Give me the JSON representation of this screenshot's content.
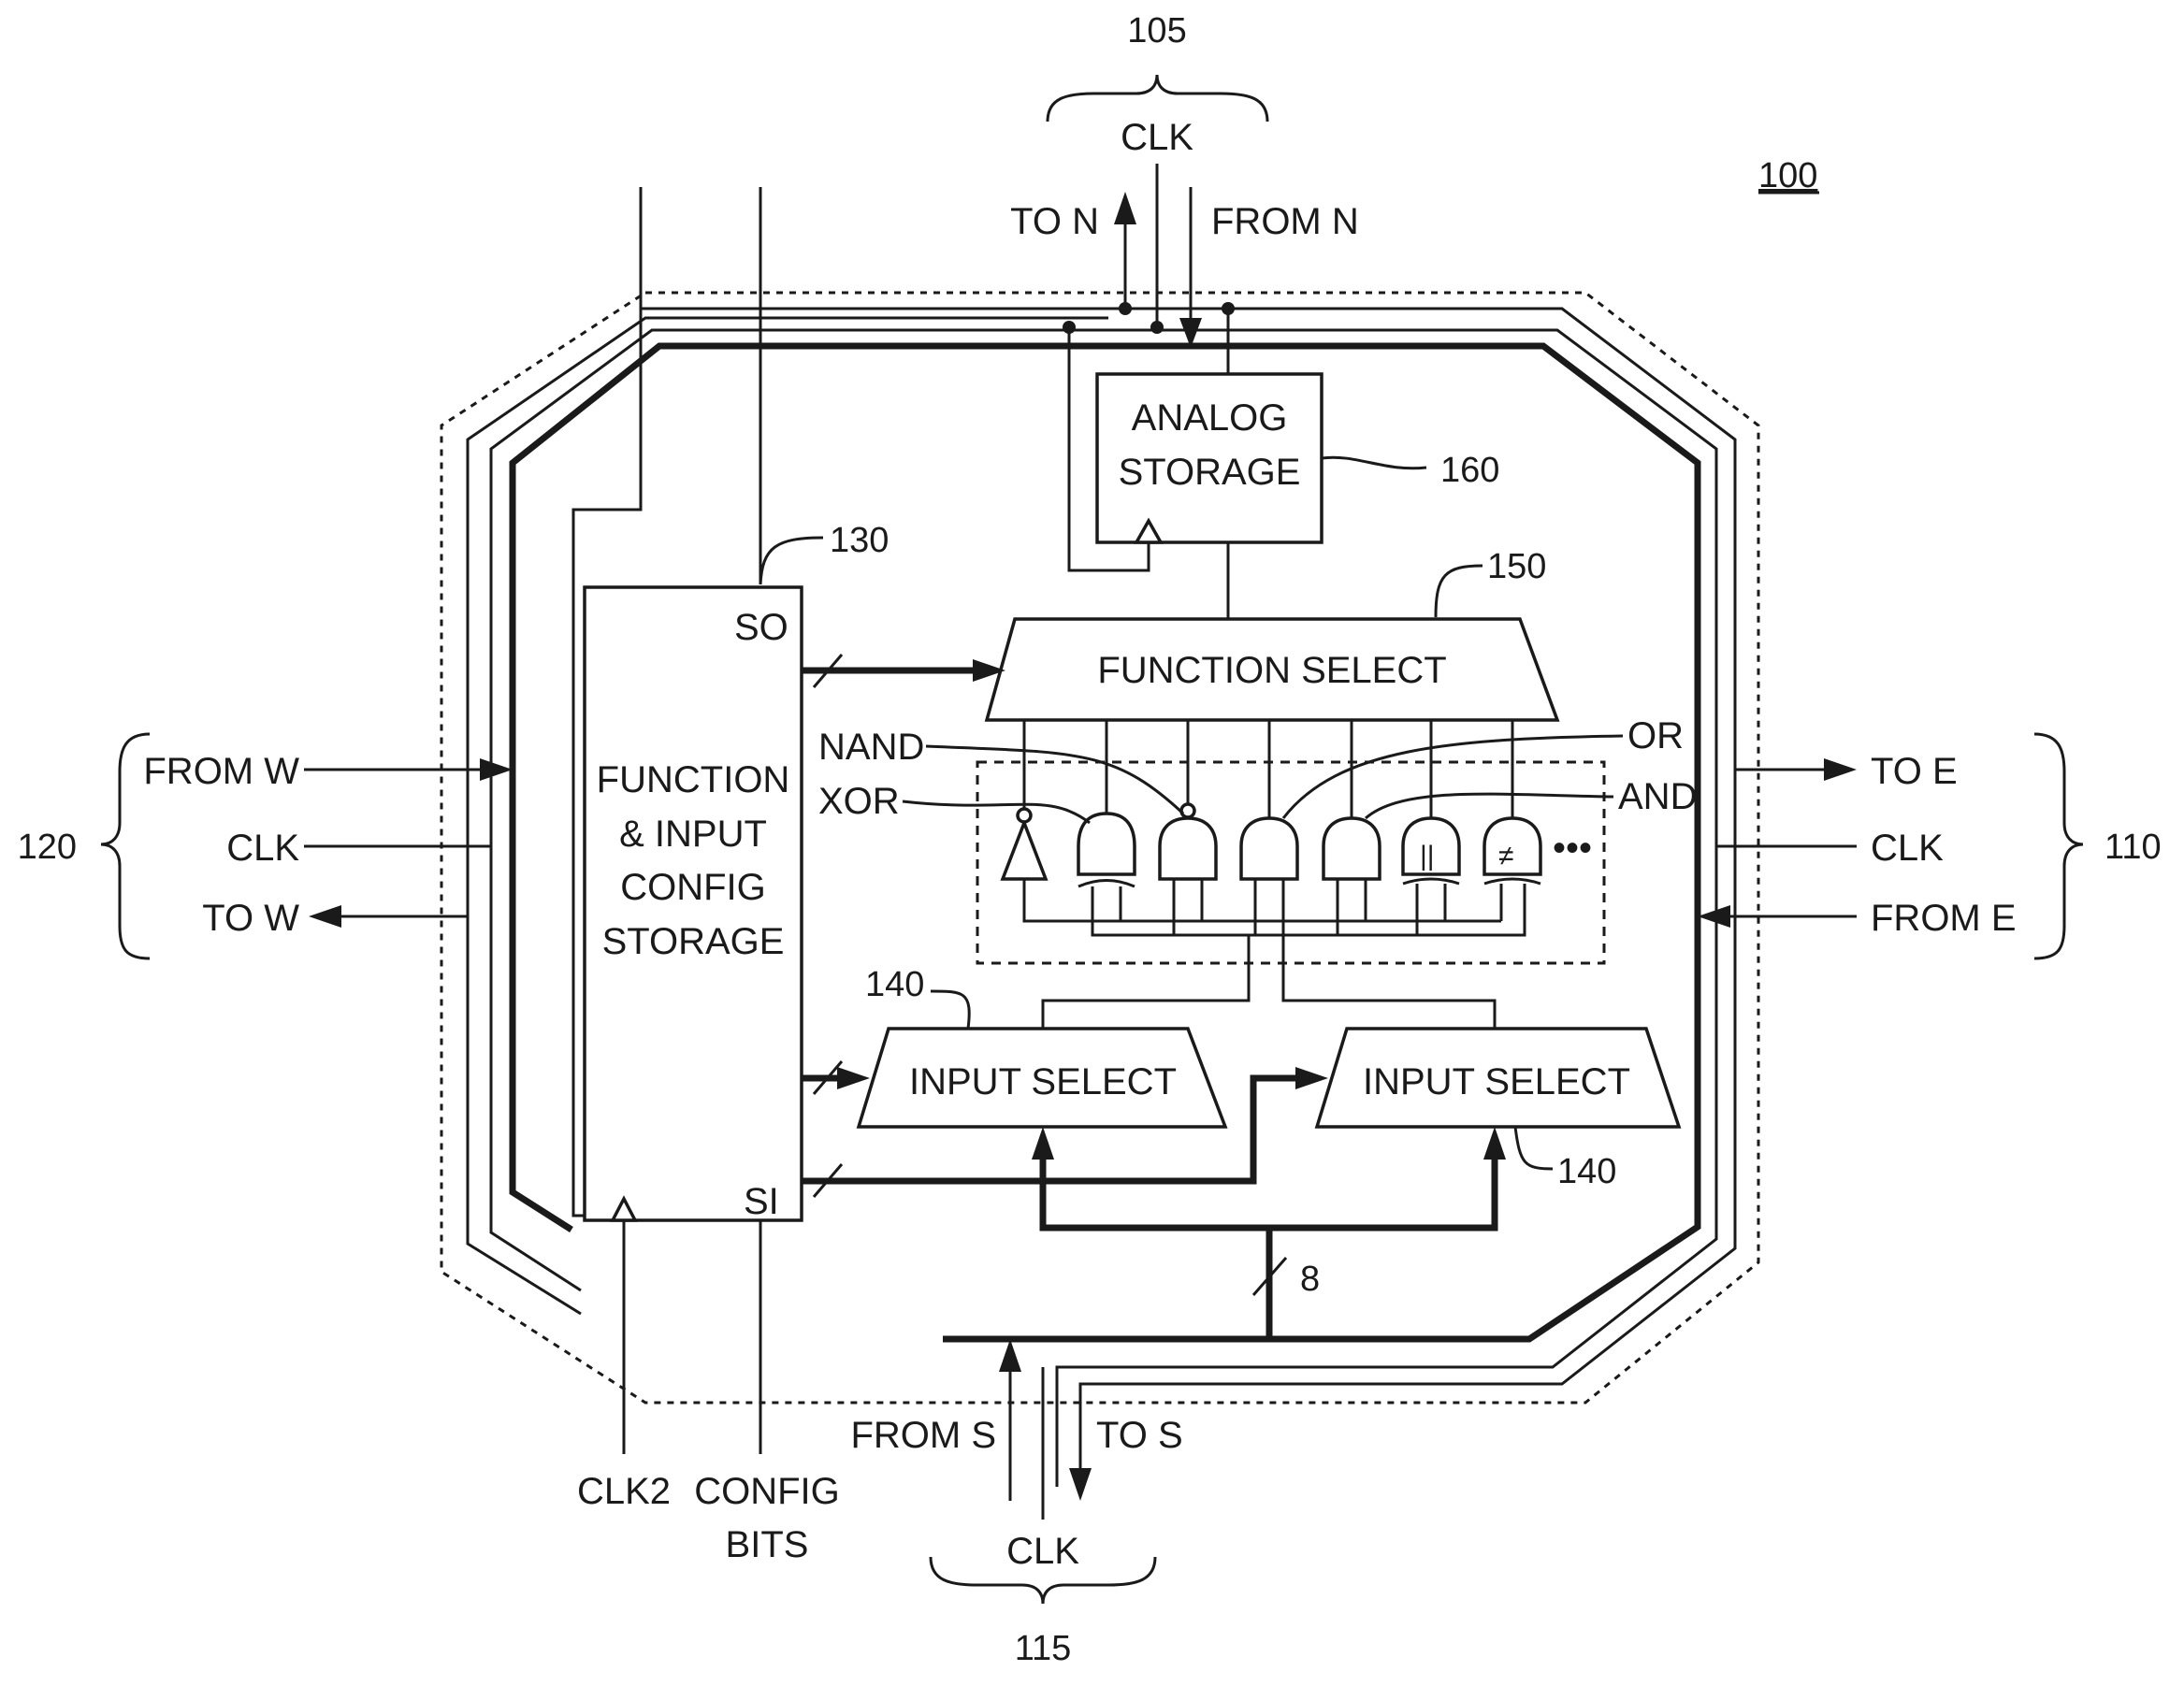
{
  "figure_number": "100",
  "north": {
    "ref": "105",
    "clk": "CLK",
    "to": "TO N",
    "from": "FROM N"
  },
  "east": {
    "ref": "110",
    "to": "TO E",
    "clk": "CLK",
    "from": "FROM E"
  },
  "south": {
    "ref": "115",
    "from": "FROM S",
    "to": "TO S",
    "clk": "CLK"
  },
  "west": {
    "ref": "120",
    "from": "FROM W",
    "clk": "CLK",
    "to": "TO W"
  },
  "config_storage": {
    "ref": "130",
    "label_lines": [
      "FUNCTION",
      "& INPUT",
      "CONFIG",
      "STORAGE"
    ],
    "so": "SO",
    "si": "SI",
    "clk2": "CLK2",
    "config_bits": [
      "CONFIG",
      "BITS"
    ]
  },
  "input_select": {
    "ref_left": "140",
    "ref_right": "140",
    "label": "INPUT SELECT"
  },
  "function_select": {
    "ref": "150",
    "label": "FUNCTION SELECT"
  },
  "analog_storage": {
    "ref": "160",
    "label_lines": [
      "ANALOG",
      "STORAGE"
    ]
  },
  "gates": {
    "nand": "NAND",
    "xor": "XOR",
    "or": "OR",
    "and": "AND",
    "ellipsis": "•••"
  },
  "bus_width": "8"
}
